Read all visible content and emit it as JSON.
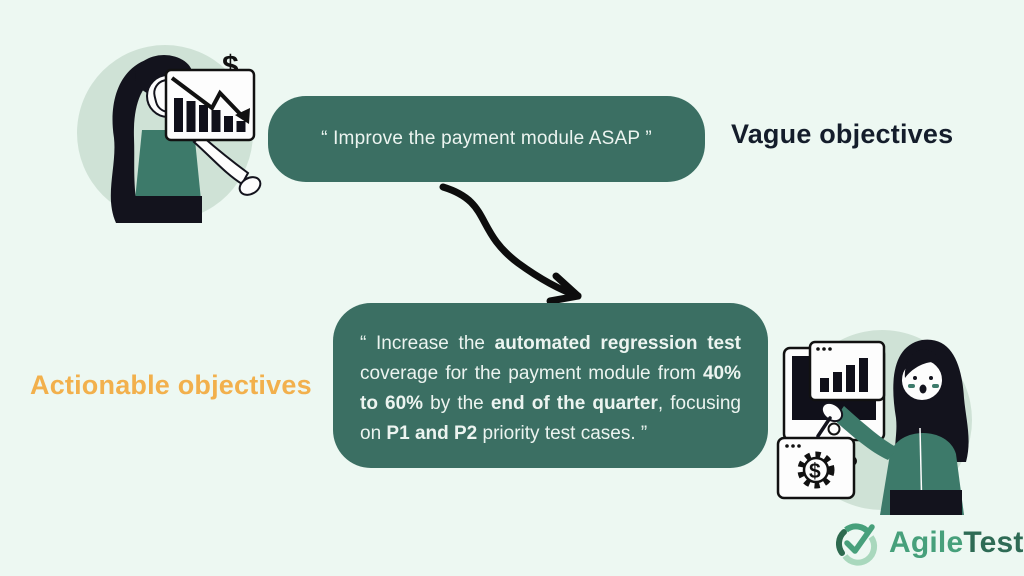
{
  "colors": {
    "background": "#edf8f2",
    "bubble_fill": "#3b6f63",
    "bubble_text": "#ecf4f0",
    "vague_label_text": "#141d2b",
    "actionable_label_text": "#f2b04c",
    "illustration_circle": "#cfe2d6",
    "illustration_green": "#3d7a6a",
    "illustration_ink": "#13131d",
    "arrow": "#0d0d0d",
    "logo_green": "#47a07b",
    "logo_dark_green": "#2e6b55",
    "logo_light_green": "#a9d8bd"
  },
  "vague": {
    "bubble_text": "“ Improve the payment module ASAP ”",
    "label": "Vague objectives"
  },
  "actionable": {
    "label": "Actionable objectives",
    "bubble_segments": [
      {
        "text": "“ Increase the ",
        "bold": false
      },
      {
        "text": "automated regression test",
        "bold": true
      },
      {
        "text": " coverage for the payment module from ",
        "bold": false
      },
      {
        "text": "40% to 60%",
        "bold": true
      },
      {
        "text": " by the ",
        "bold": false
      },
      {
        "text": "end of the quarter",
        "bold": true
      },
      {
        "text": ", focusing on ",
        "bold": false
      },
      {
        "text": "P1 and P2",
        "bold": true
      },
      {
        "text": " priority test cases. ”",
        "bold": false
      }
    ]
  },
  "icons": {
    "declining_chart_dollar": "$",
    "gear_dollar": "$",
    "checkmark": "✓"
  },
  "logo": {
    "brand_primary": "Agile",
    "brand_secondary": "Test"
  }
}
